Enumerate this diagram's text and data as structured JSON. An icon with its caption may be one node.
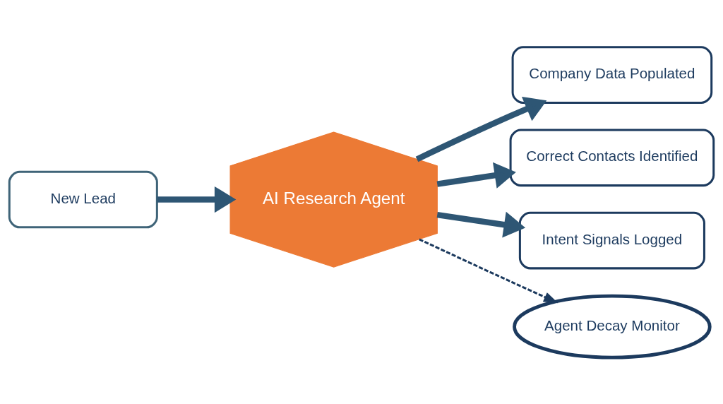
{
  "diagram": {
    "nodes": [
      {
        "text": [
          "New Lead"
        ]
      },
      {
        "text": [
          "AI Research Agent"
        ]
      },
      {
        "text": [
          "Company Data Populated"
        ]
      },
      {
        "text": [
          "Correct Contacts Identified"
        ]
      },
      {
        "text": [
          "Intent Signals Logged"
        ]
      },
      {
        "text": [
          "Agent Decay Monitor"
        ]
      }
    ],
    "edges": [
      {
        "from": 0,
        "to": 1,
        "arrow": "to"
      },
      {
        "from": 1,
        "to": 2,
        "arrow": "to"
      },
      {
        "from": 1,
        "to": 3,
        "arrow": "to"
      },
      {
        "from": 1,
        "to": 4,
        "arrow": "to"
      },
      {
        "from": 1,
        "to": 5,
        "arrow": "to",
        "style": "dashed"
      }
    ]
  }
}
